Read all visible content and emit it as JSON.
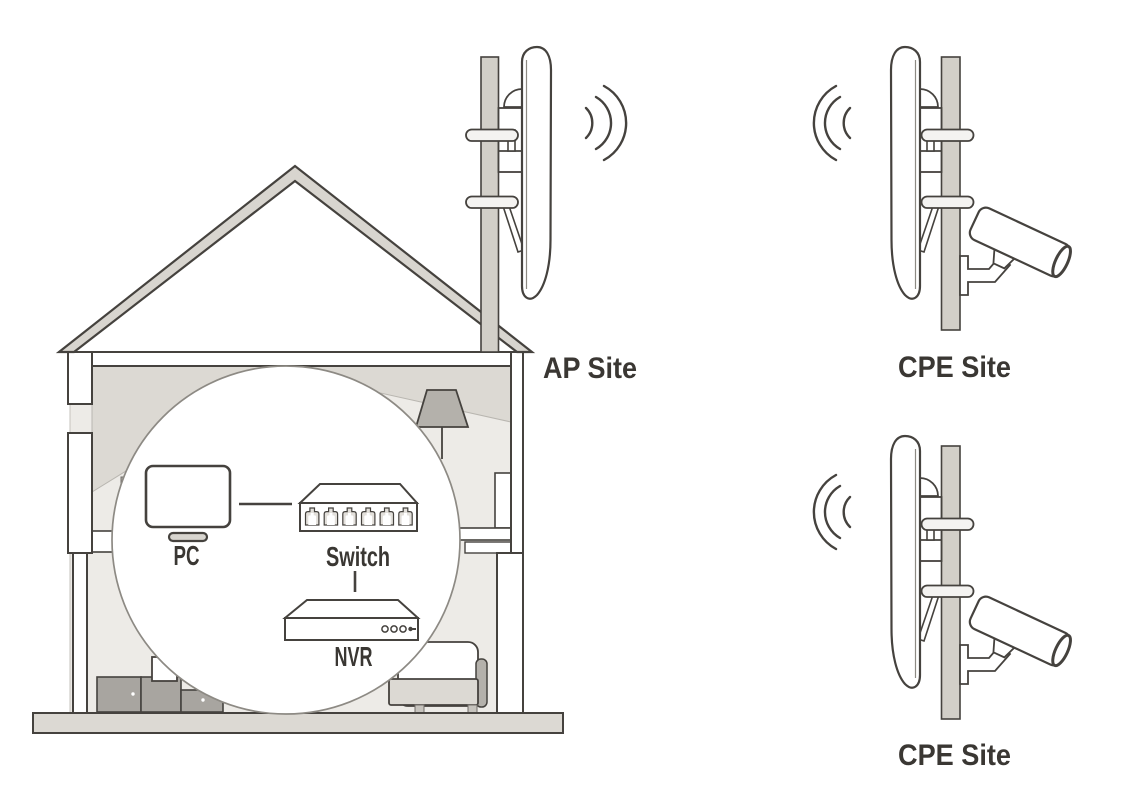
{
  "diagram": {
    "title": "wireless-surveillance-topology",
    "labels": {
      "ap_site": "AP Site",
      "cpe_site_top": "CPE Site",
      "cpe_site_bottom": "CPE Site"
    },
    "devices": {
      "pc": "PC",
      "switch": "Switch",
      "nvr": "NVR"
    },
    "colors": {
      "outline": "#45423e",
      "text": "#3a3733",
      "pole_gray": "#d2cfc8",
      "roof_gray": "#d8d5cf",
      "interior_gray": "#edebe7",
      "ceiling_shade": "#dcd9d3",
      "furniture_gray": "#a8a5a0",
      "ground_gray": "#dcd9d3",
      "circle_stroke": "#8d8a84"
    }
  }
}
